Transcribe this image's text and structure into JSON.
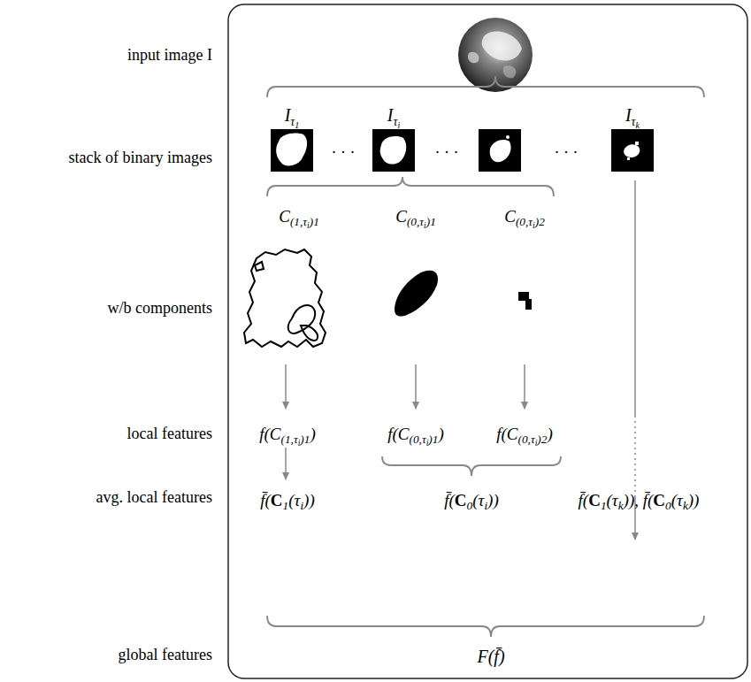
{
  "diagram": {
    "labels": [
      "input image I",
      "stack of binary images",
      "w/b components",
      "local features",
      "avg. local features",
      "global features",
      "Iτ1",
      "Iτi",
      "Iτk",
      "C(1,τi)1",
      "C(0,τi)1",
      "C(0,τi)2",
      "f(C(1,τi)1)",
      "f(C(0,τi)1)",
      "f(C(0,τi)2)",
      "f̄(C1(τi))",
      "f̄(C0(τi))",
      "f̄(C1(τk)), f̄(C0(τk))",
      "F(f̄)",
      "· · ·",
      "· · ·",
      "· · ·"
    ]
  }
}
